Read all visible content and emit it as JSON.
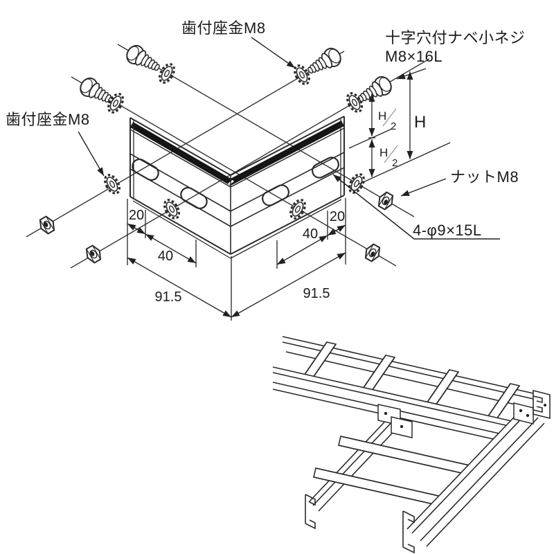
{
  "colors": {
    "line": "#2b2b2b",
    "dim_line": "#222222",
    "text": "#1a1a1a",
    "band_fill": "#151515",
    "fraction_slash": "#999999",
    "background": "#ffffff"
  },
  "callouts": {
    "washer_top": "歯付座金M8",
    "screw_line1": "十字穴付ナベ小ネジ",
    "screw_line2": "M8×16L",
    "washer_left": "歯付座金M8",
    "nut": "ナットM8",
    "hole_spec": "4-φ9×15L"
  },
  "dims": {
    "l_edge": "20",
    "l_pitch": "40",
    "l_width": "91.5",
    "r_edge": "20",
    "r_pitch": "40",
    "r_width": "91.5",
    "h_total": "H",
    "h_half_num": "H",
    "h_half_den": "2"
  },
  "parts": {
    "bracket": "corner-bracket-plate",
    "screw": "pan-head-machine-screw",
    "washer": "toothed-lock-washer",
    "nut": "hex-nut",
    "slot": "slotted-hole",
    "ladder": "cable-ladder-tee-junction"
  }
}
